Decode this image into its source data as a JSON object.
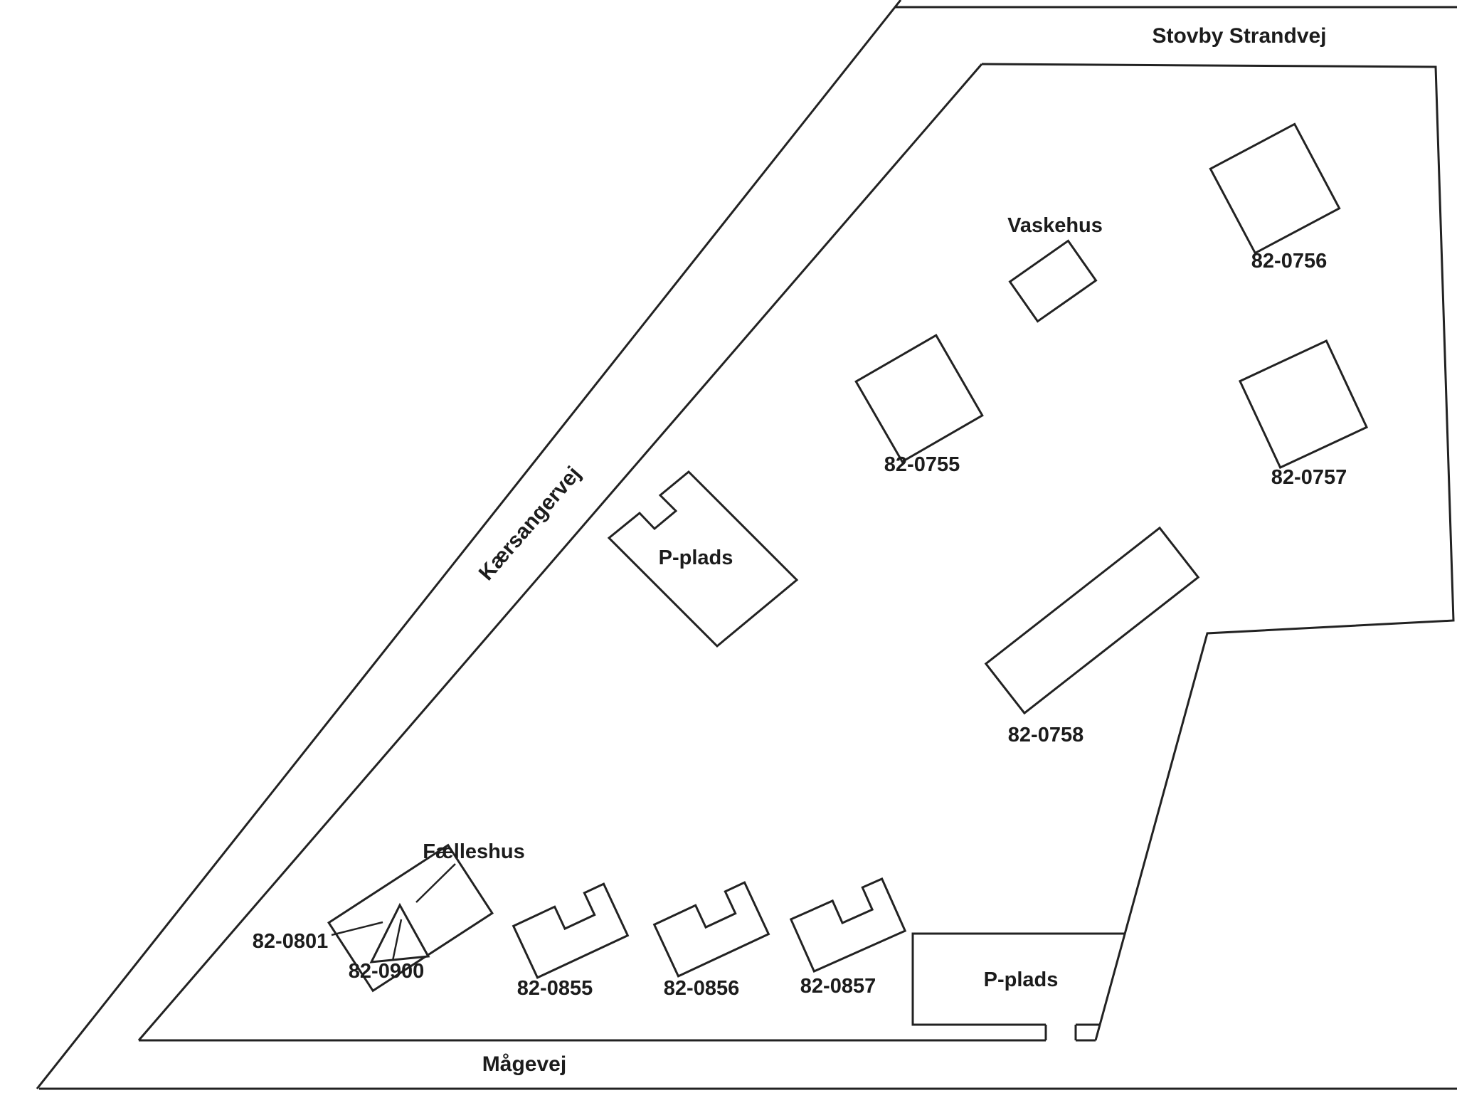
{
  "roads": {
    "stovby_strandvej": "Stovby Strandvej",
    "kaersangervej": "Kærsangervej",
    "maagevej": "Mågevej"
  },
  "facilities": {
    "vaskehus": "Vaskehus",
    "faelleshus": "Fælleshus",
    "p_plads_upper": "P-plads",
    "p_plads_lower": "P-plads"
  },
  "plots": {
    "p0755": "82-0755",
    "p0756": "82-0756",
    "p0757": "82-0757",
    "p0758": "82-0758",
    "p0801": "82-0801",
    "p0900": "82-0900",
    "p0855": "82-0855",
    "p0856": "82-0856",
    "p0857": "82-0857"
  },
  "colors": {
    "line": "#222222",
    "text": "#1c1c1c",
    "background": "#ffffff"
  }
}
